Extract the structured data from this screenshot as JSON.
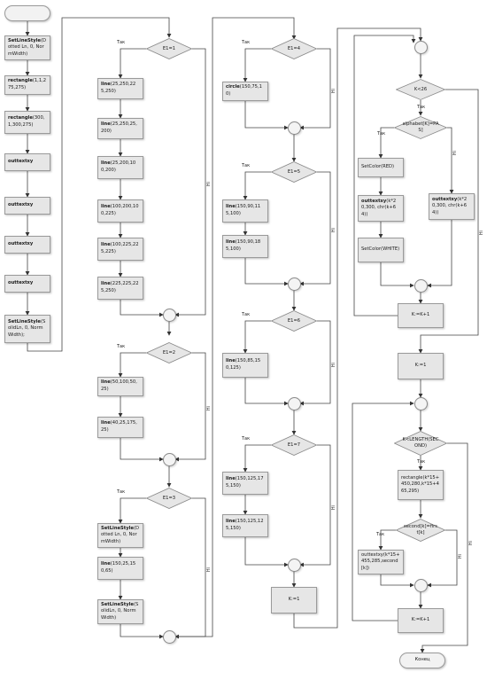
{
  "terminals": {
    "start": "",
    "end": "Конец"
  },
  "branch_yes": "Так",
  "branch_no": "Ні",
  "col1": [
    {
      "bold": "SetLineStyle",
      "rest": "(Dotted Ln, 0, NormWidth)"
    },
    {
      "bold": "rectangle",
      "rest": "(1,1,275,275)"
    },
    {
      "bold": "rectangle",
      "rest": "(300,1,300,275)"
    },
    {
      "bold": "outtextxy",
      "rest": ""
    },
    {
      "bold": "outtextxy",
      "rest": ""
    },
    {
      "bold": "outtextxy",
      "rest": ""
    },
    {
      "bold": "outtextxy",
      "rest": ""
    },
    {
      "bold": "SetLineStyle",
      "rest": "(SolidLn, 0, NormWidth);"
    }
  ],
  "col2": {
    "cond1": "E1=1",
    "group1": [
      {
        "bold": "line",
        "rest": "(25,250,225,250)"
      },
      {
        "bold": "line",
        "rest": "(25,250,25,200)"
      },
      {
        "bold": "line",
        "rest": "(25,200,100,200)"
      },
      {
        "bold": "line",
        "rest": "(100,200,100,225)"
      },
      {
        "bold": "line",
        "rest": "(100,225,225,225)"
      },
      {
        "bold": "line",
        "rest": "(225,225,225,250)"
      }
    ],
    "cond2": "E1=2",
    "group2": [
      {
        "bold": "line",
        "rest": "(50,100,50,25)"
      },
      {
        "bold": "line",
        "rest": "(40,25,175,25)"
      }
    ],
    "cond3": "E1=3",
    "group3": [
      {
        "bold": "SetLineStyle",
        "rest": "(Dotted Ln, 0, NormWidth)"
      },
      {
        "bold": "line",
        "rest": "(150,25,150,65)"
      },
      {
        "bold": "SetLineStyle",
        "rest": "(SolidLn, 0, NormWidth)"
      }
    ]
  },
  "col3": {
    "cond4": "E1=4",
    "group4": [
      {
        "bold": "circle",
        "rest": "(150,75,10)"
      }
    ],
    "cond5": "E1=5",
    "group5": [
      {
        "bold": "line",
        "rest": "(150,90,115,100)"
      },
      {
        "bold": "line",
        "rest": "(150,90,185,100)"
      }
    ],
    "cond6": "E1=6",
    "group6": [
      {
        "bold": "line",
        "rest": "(150,85,150,125)"
      }
    ],
    "cond7": "E1=7",
    "group7": [
      {
        "bold": "line",
        "rest": "(150,125,175,150)"
      },
      {
        "bold": "line",
        "rest": "(150,125,125,150)"
      }
    ],
    "assign": "K:=1"
  },
  "col4": {
    "loop1_cond": "K<26",
    "if_cond": "alphabet[K]=PAS]",
    "yes_steps": [
      {
        "bold": "",
        "rest": "SetColor(RED)"
      },
      {
        "bold": "outtextxy",
        "rest": "(k*20,300, chr(k+64))"
      },
      {
        "bold": "",
        "rest": "SetColor(WHITE)"
      }
    ],
    "no_step": {
      "bold": "outtextxy",
      "rest": "(k*20,300, chr(k+64))"
    },
    "inc1": "K:=K+1",
    "assign2": "K:=1",
    "loop2_cond": "K<LENGTH(SECOND)",
    "rect_step": {
      "bold": "",
      "rest": "rectangle(k*15+450,280,k*15+465,295)"
    },
    "if2_cond": "second[k]=first[k]",
    "text_step": {
      "bold": "",
      "rest": "outtextxy(k*15+455,285,second[k])"
    },
    "inc2": "K:=K+1"
  }
}
